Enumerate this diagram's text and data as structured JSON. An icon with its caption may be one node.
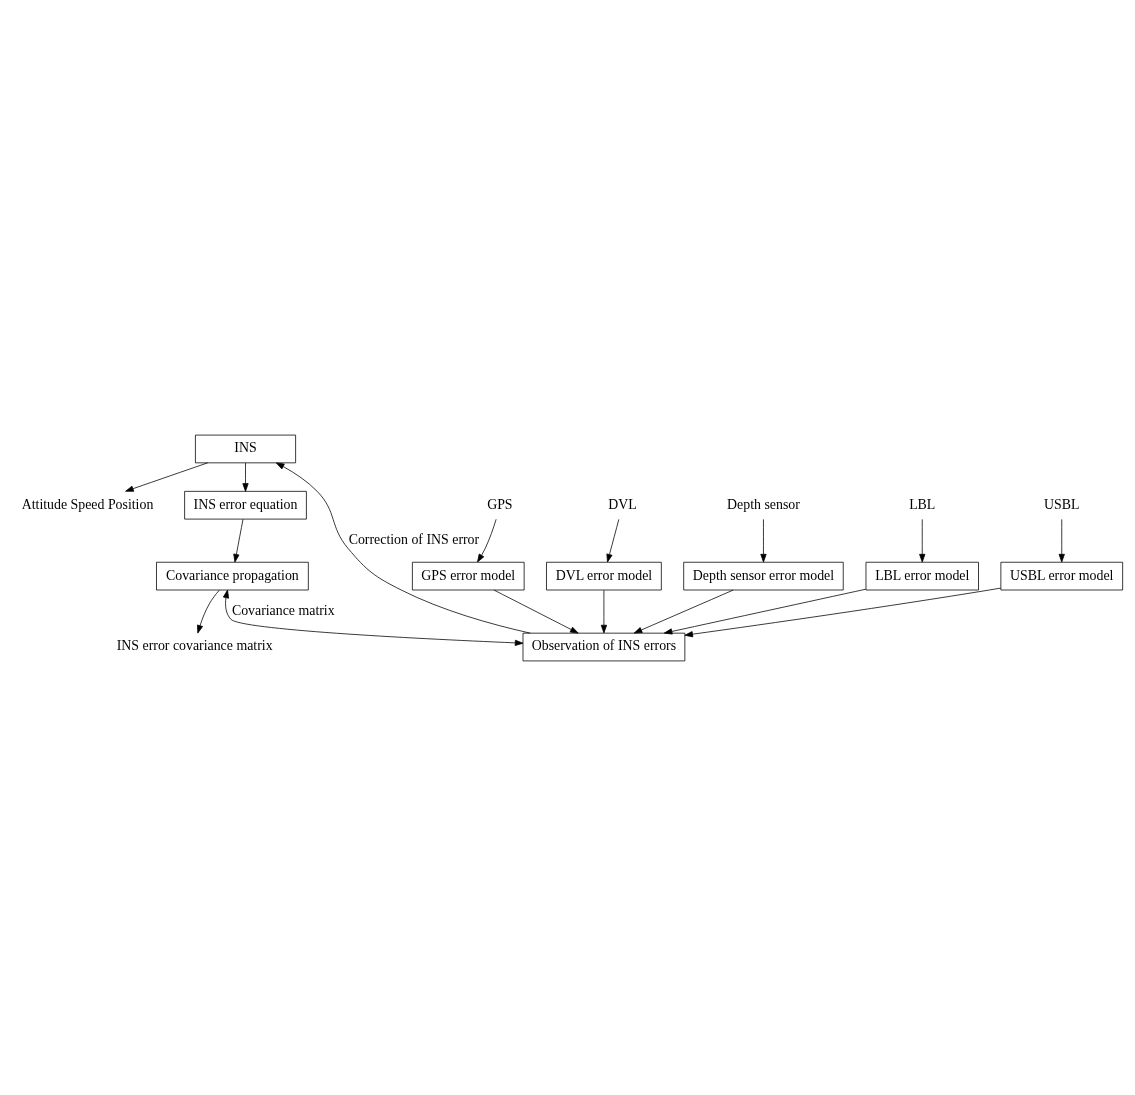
{
  "diagram": {
    "nodes": [
      {
        "text": [
          "INS"
        ]
      },
      {
        "text": [
          "Attitude Speed Position"
        ]
      },
      {
        "text": [
          "INS error equation"
        ]
      },
      {
        "text": [
          "INS error covariance matrix"
        ]
      },
      {
        "text": [
          "Covariance propagation"
        ]
      },
      {
        "text": [
          "Observation of INS errors"
        ]
      },
      {
        "text": [
          "GPS error model"
        ]
      },
      {
        "text": [
          "DVL error model"
        ]
      },
      {
        "text": [
          "Depth sensor error model"
        ]
      },
      {
        "text": [
          "LBL error model"
        ]
      },
      {
        "text": [
          "USBL error model"
        ]
      },
      {
        "text": [
          "GPS"
        ]
      },
      {
        "text": [
          "DVL"
        ]
      },
      {
        "text": [
          "Depth sensor"
        ]
      },
      {
        "text": [
          "LBL"
        ]
      },
      {
        "text": [
          "USBL"
        ]
      }
    ],
    "edges": [
      {
        "from": 5,
        "to": 0,
        "arrow": "to",
        "label": "Correction of INS error"
      },
      {
        "from": 0,
        "to": 1,
        "arrow": "to"
      },
      {
        "from": 0,
        "to": 2,
        "arrow": "to"
      },
      {
        "from": 2,
        "to": 4,
        "arrow": "to"
      },
      {
        "from": 4,
        "to": 3,
        "arrow": "to"
      },
      {
        "from": 4,
        "to": 5,
        "arrow": "both",
        "label": "Covariance matrix"
      },
      {
        "from": 6,
        "to": 5,
        "arrow": "to"
      },
      {
        "from": 7,
        "to": 5,
        "arrow": "to"
      },
      {
        "from": 8,
        "to": 5,
        "arrow": "to"
      },
      {
        "from": 9,
        "to": 5,
        "arrow": "to"
      },
      {
        "from": 10,
        "to": 5,
        "arrow": "to"
      },
      {
        "from": 11,
        "to": 6,
        "arrow": "to"
      },
      {
        "from": 12,
        "to": 7,
        "arrow": "to"
      },
      {
        "from": 13,
        "to": 8,
        "arrow": "to"
      },
      {
        "from": 14,
        "to": 9,
        "arrow": "to"
      },
      {
        "from": 15,
        "to": 10,
        "arrow": "to"
      }
    ]
  }
}
